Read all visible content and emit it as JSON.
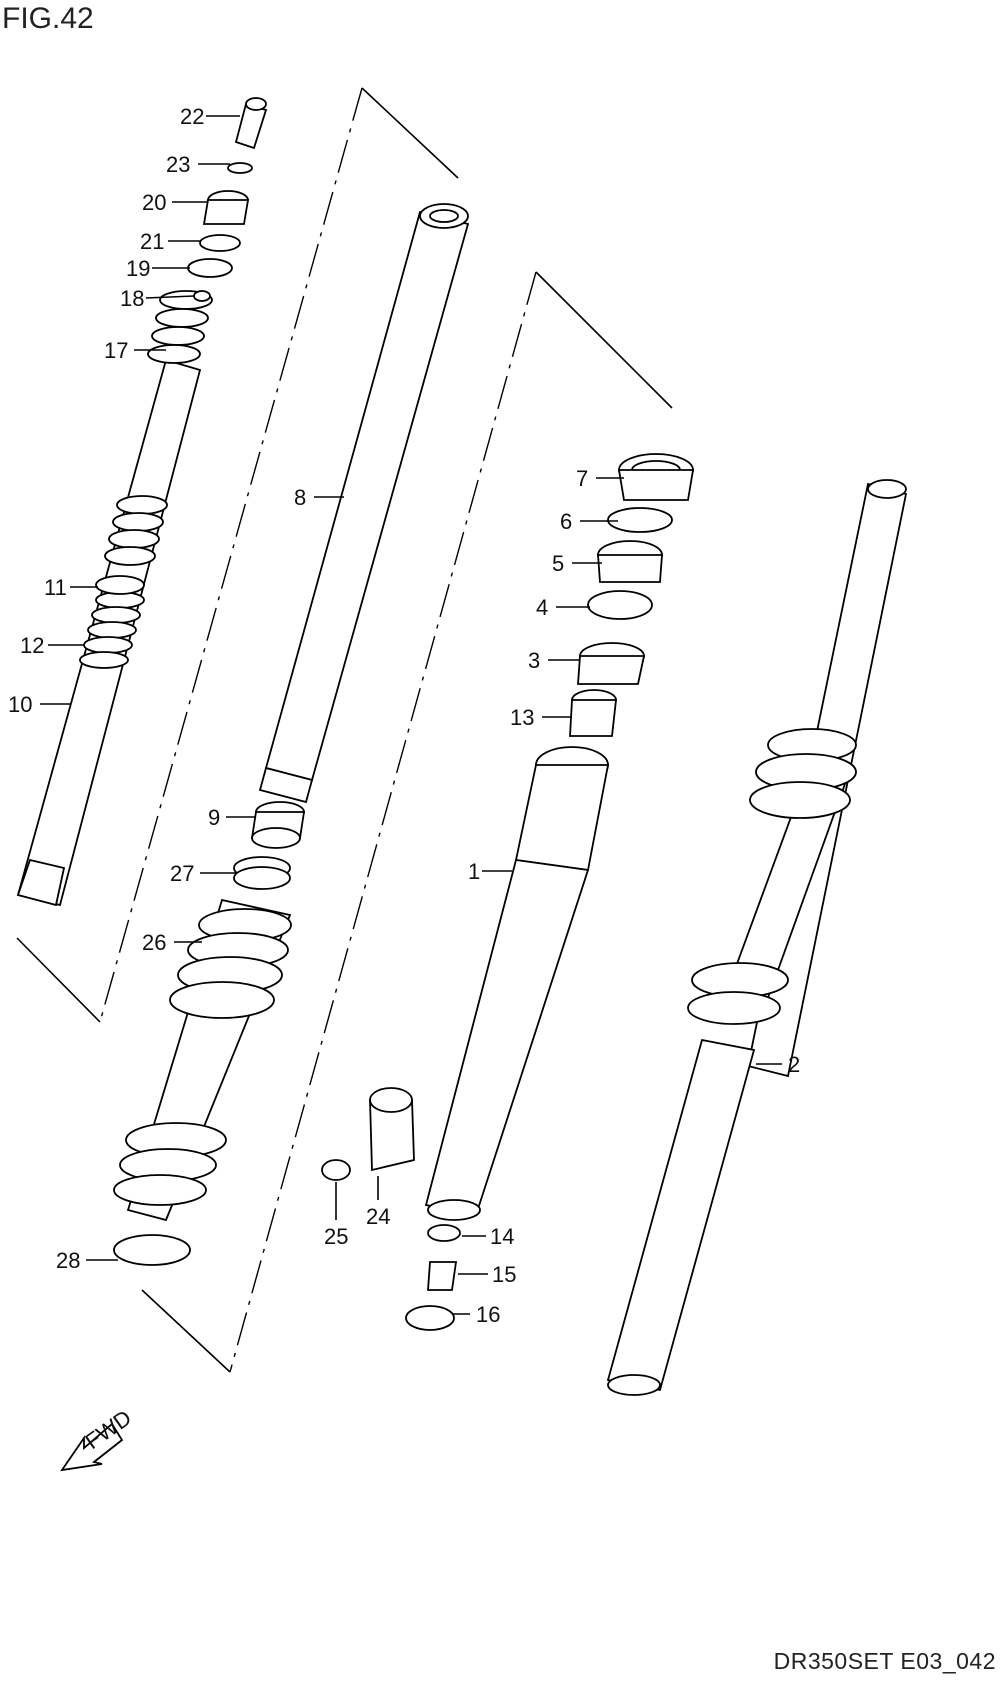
{
  "figure": {
    "title": "FIG.42",
    "code": "DR350SET E03_042"
  },
  "fwd_label": "FWD",
  "callouts": [
    "1",
    "2",
    "3",
    "4",
    "5",
    "6",
    "7",
    "8",
    "9",
    "10",
    "11",
    "12",
    "13",
    "14",
    "15",
    "16",
    "17",
    "18",
    "19",
    "20",
    "21",
    "22",
    "23",
    "24",
    "25",
    "26",
    "27",
    "28"
  ]
}
